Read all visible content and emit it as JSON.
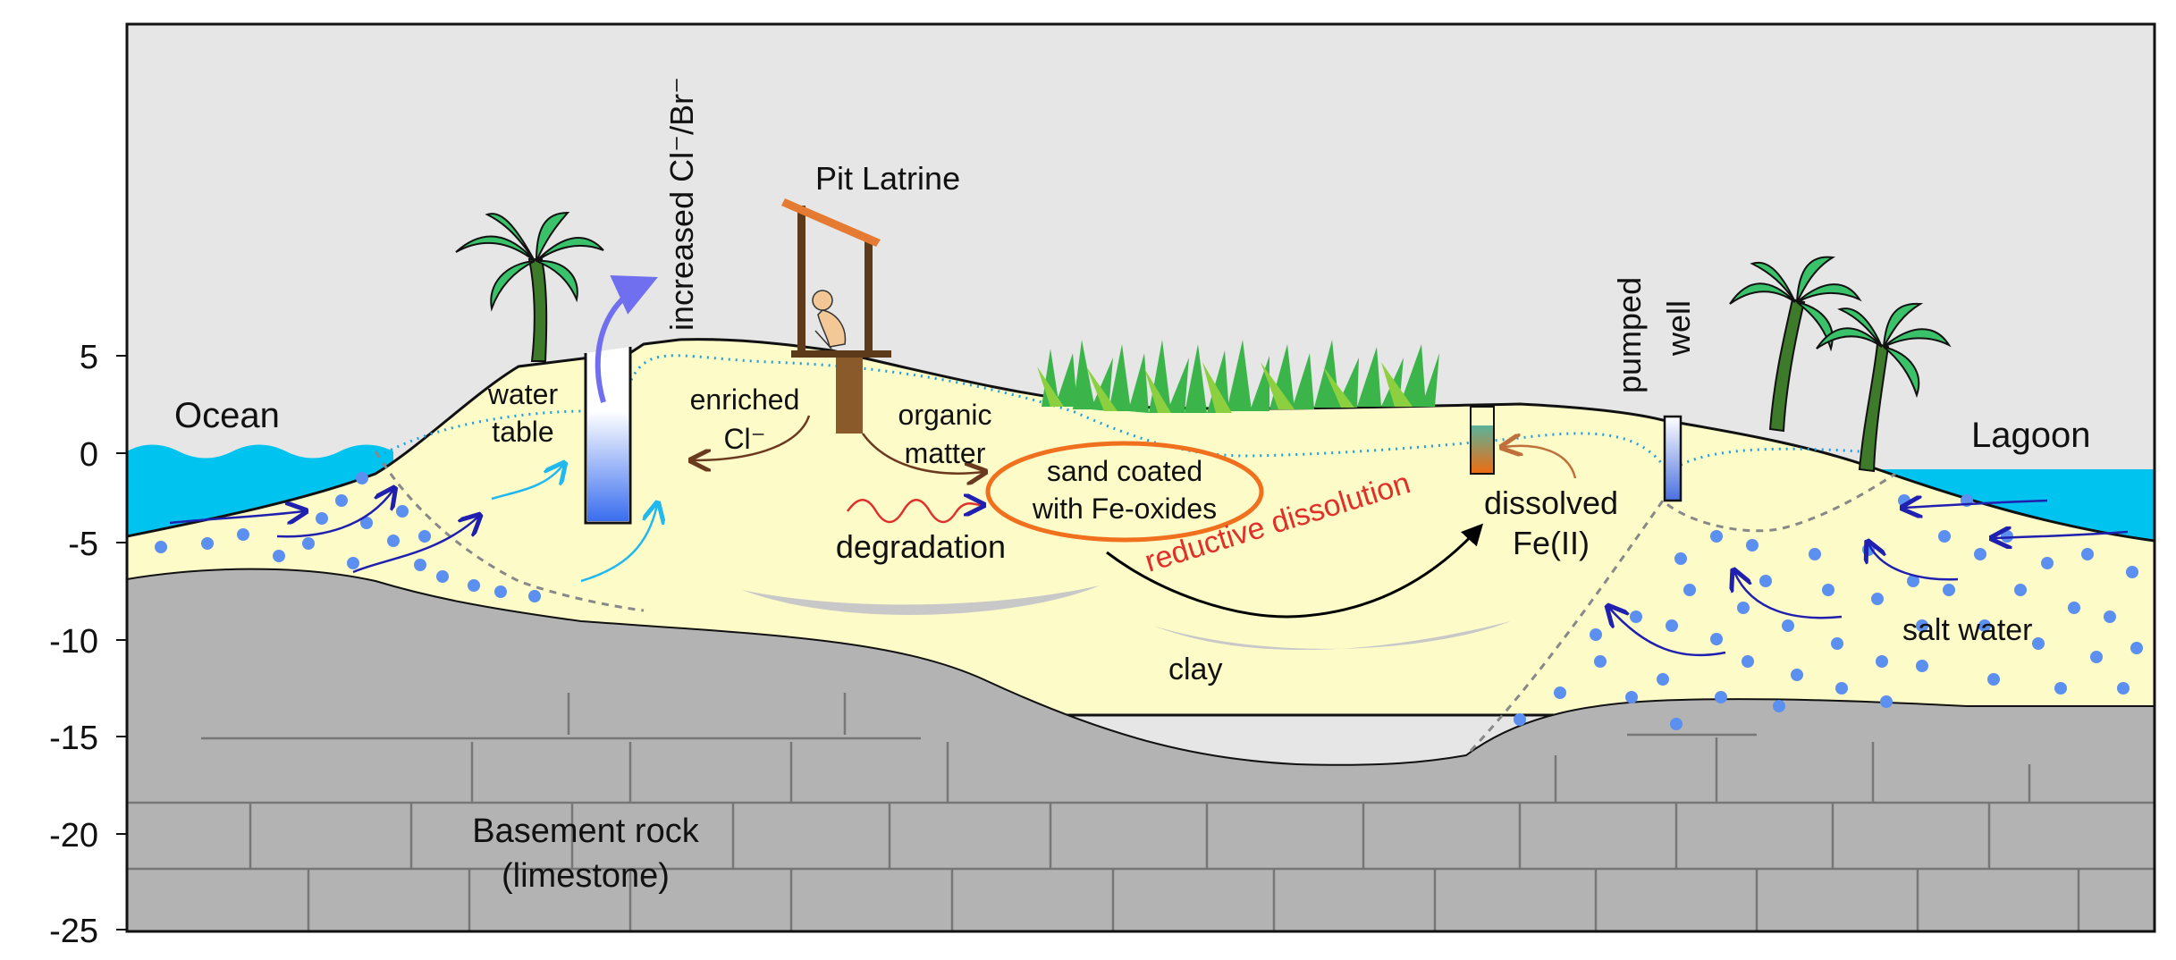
{
  "axis": {
    "ticks": [
      "5",
      "0",
      "-5",
      "-10",
      "-15",
      "-20",
      "-25"
    ],
    "tick_values": [
      5,
      0,
      -5,
      -10,
      -15,
      -20,
      -25
    ]
  },
  "labels": {
    "ocean": "Ocean",
    "lagoon": "Lagoon",
    "water_table_line1": "water",
    "water_table_line2": "table",
    "increased": "increased Cl⁻/Br⁻",
    "pit_latrine": "Pit Latrine",
    "enriched_line1": "enriched",
    "enriched_line2": "Cl⁻",
    "organic_line1": "organic",
    "organic_line2": "matter",
    "sand_line1": "sand coated",
    "sand_line2": "with Fe-oxides",
    "degradation": "degradation",
    "reductive": "reductive dissolution",
    "dissolved_line1": "dissolved",
    "dissolved_line2": "Fe(II)",
    "pumped_line1": "pumped",
    "pumped_line2": "well",
    "salt_water": "salt water",
    "clay": "clay",
    "basement_line1": "Basement rock",
    "basement_line2": "(limestone)"
  },
  "colors": {
    "sky": "#e6e6e6",
    "sand": "#fdfbc8",
    "rock": "#b3b3b3",
    "water": "#00c3f0",
    "salt_dots": "#5b8ff0",
    "flow_arrows": "#1f1fb0",
    "fresh_arrows": "#20b8f0",
    "latrine_roof": "#e57b33",
    "latrine_frame": "#5c3a1a",
    "palm_leaf": "#39c26a",
    "palm_trunk": "#3d7a2a",
    "reductive_text": "#e0302a",
    "ellipse": "#f0701e"
  }
}
